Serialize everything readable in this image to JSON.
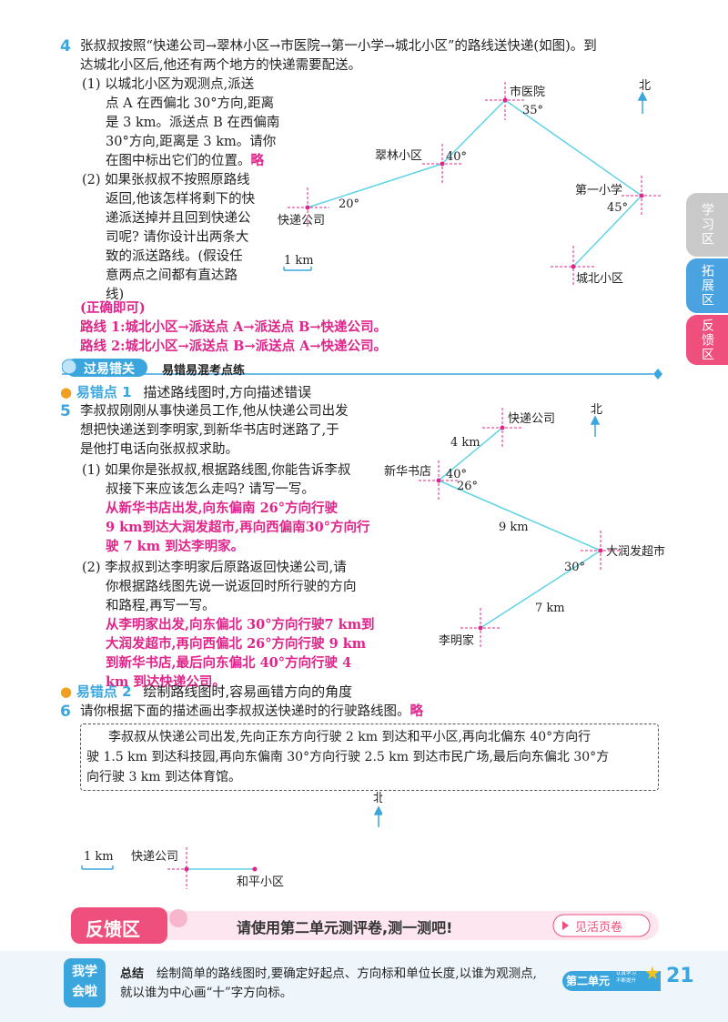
{
  "q4": {
    "number": "4",
    "stem1": "张叔叔按照“快递公司→翠林小区→市医院→第一小学→城北小区”的路线送快递(如图)。到",
    "stem2": "达城北小区后,他还有两个地方的快递需要配送。",
    "p1": [
      "(1) 以城北小区为观测点,派送",
      "点 A 在西偏北 30°方向,距离",
      "是 3 km。派送点 B 在西偏南",
      "30°方向,距离是 3 km。请你"
    ],
    "p1_last": "在图中标出它们的位置。",
    "p1_ans": "略",
    "p2": [
      "(2) 如果张叔叔不按照原路线",
      "返回,他该怎样将剩下的快",
      "递派送掉并且回到快递公",
      "司呢? 请你设计出两条大",
      "致的派送路线。(假设任",
      "意两点之间都有直达路",
      "线)"
    ],
    "ans_note": "(正确即可)",
    "ans1": "路线 1:城北小区→派送点 A→派送点 B→快递公司。",
    "ans2": "路线 2:城北小区→派送点 B→派送点 A→快递公司。",
    "map": {
      "hospital": "市医院",
      "cuilin": "翠林小区",
      "express": "快递公司",
      "school": "第一小学",
      "chengbei": "城北小区",
      "north": "北",
      "a20": "20°",
      "a40": "40°",
      "a35": "35°",
      "a45": "45°",
      "scale": "1 km"
    }
  },
  "section": {
    "title": "过易错关",
    "subtitle": "易错易混考点练"
  },
  "m1": {
    "tag": "易错点 1",
    "text": "描述路线图时,方向描述错误"
  },
  "q5": {
    "number": "5",
    "stem": [
      "李叔叔刚刚从事快递员工作,他从快递公司出发",
      "想把快递送到李明家,到新华书店时迷路了,于",
      "是他打电话向张叔叔求助。"
    ],
    "p1": [
      "(1) 如果你是张叔叔,根据路线图,你能告诉李叔",
      "叔接下来应该怎么走吗? 请写一写。"
    ],
    "a1": [
      "从新华书店出发,向东偏南 26°方向行驶",
      "9 km到达大润发超市,再向西偏南30°方向行",
      "驶 7 km 到达李明家。"
    ],
    "p2": [
      "(2) 李叔叔到达李明家后原路返回快递公司,请",
      "你根据路线图先说一说返回时所行驶的方向",
      "和路程,再写一写。"
    ],
    "a2": [
      "从李明家出发,向东偏北 30°方向行驶7 km到",
      "大润发超市,再向西偏北 26°方向行驶 9 km",
      "到新华书店,最后向东偏北 40°方向行驶 4",
      "km 到达快递公司。"
    ],
    "map": {
      "express": "快递公司",
      "xinhua": "新华书店",
      "runfa": "大润发超市",
      "liming": "李明家",
      "north": "北",
      "d4": "4 km",
      "d9": "9 km",
      "d7": "7 km",
      "a40": "40°",
      "a26": "26°",
      "a30": "30°"
    }
  },
  "m2": {
    "tag": "易错点 2",
    "text": "绘制路线图时,容易画错方向的角度"
  },
  "q6": {
    "number": "6",
    "stem": "请你根据下面的描述画出李叔叔送快递时的行驶路线图。",
    "ans": "略",
    "box": [
      "李叔叔从快递公司出发,先向正东方向行驶 2 km 到达和平小区,再向北偏东 40°方向行",
      "驶 1.5 km 到达科技园,再向东偏南 30°方向行驶 2.5 km 到达市民广场,最后向东偏北 30°方",
      "向行驶 3 km 到达体育馆。"
    ],
    "map": {
      "north": "北",
      "scale": "1 km",
      "express": "快递公司",
      "heping": "和平小区"
    }
  },
  "feedback": {
    "label": "反馈区",
    "text": "请使用第二单元测评卷,测一测吧!",
    "button": "见活页卷"
  },
  "footer": {
    "badge1": "我学",
    "badge2": "会啦",
    "summary_label": "总结",
    "summary1": "绘制简单的路线图时,要确定好起点、方向标和单位长度,以谁为观测点,",
    "summary2": "就以谁为中心画“十”字方向标。",
    "unit": "第二单元",
    "small1": "认真学习",
    "small2": "不断提升",
    "page": "21"
  },
  "tabs": [
    "学习区",
    "拓展区",
    "反馈区"
  ],
  "colors": {
    "accent": "#3aa6dd",
    "answer": "#e0258a",
    "route": "#5fd3e6",
    "tab1": "#c9c9c9",
    "tab2": "#4aa3e0",
    "tab3": "#ef4f7c"
  }
}
